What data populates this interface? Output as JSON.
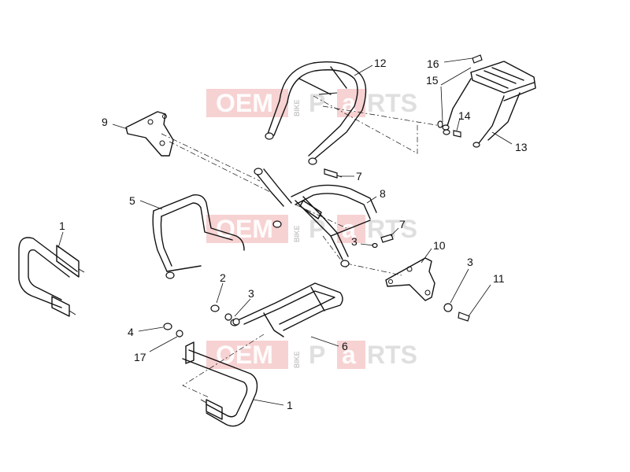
{
  "watermark": {
    "brand_left": "OEM",
    "brand_mid": "BIKE",
    "brand_p": "P",
    "brand_a": "a",
    "brand_right": "RTS"
  },
  "callouts": [
    {
      "id": "1a",
      "label": "1"
    },
    {
      "id": "1b",
      "label": "1"
    },
    {
      "id": "2",
      "label": "2"
    },
    {
      "id": "3a",
      "label": "3"
    },
    {
      "id": "3b",
      "label": "3"
    },
    {
      "id": "3c",
      "label": "3"
    },
    {
      "id": "4",
      "label": "4"
    },
    {
      "id": "5",
      "label": "5"
    },
    {
      "id": "6",
      "label": "6"
    },
    {
      "id": "7a",
      "label": "7"
    },
    {
      "id": "7b",
      "label": "7"
    },
    {
      "id": "8",
      "label": "8"
    },
    {
      "id": "9",
      "label": "9"
    },
    {
      "id": "10",
      "label": "10"
    },
    {
      "id": "11",
      "label": "11"
    },
    {
      "id": "12",
      "label": "12"
    },
    {
      "id": "13",
      "label": "13"
    },
    {
      "id": "14",
      "label": "14"
    },
    {
      "id": "15",
      "label": "15"
    },
    {
      "id": "16",
      "label": "16"
    },
    {
      "id": "17",
      "label": "17"
    }
  ]
}
